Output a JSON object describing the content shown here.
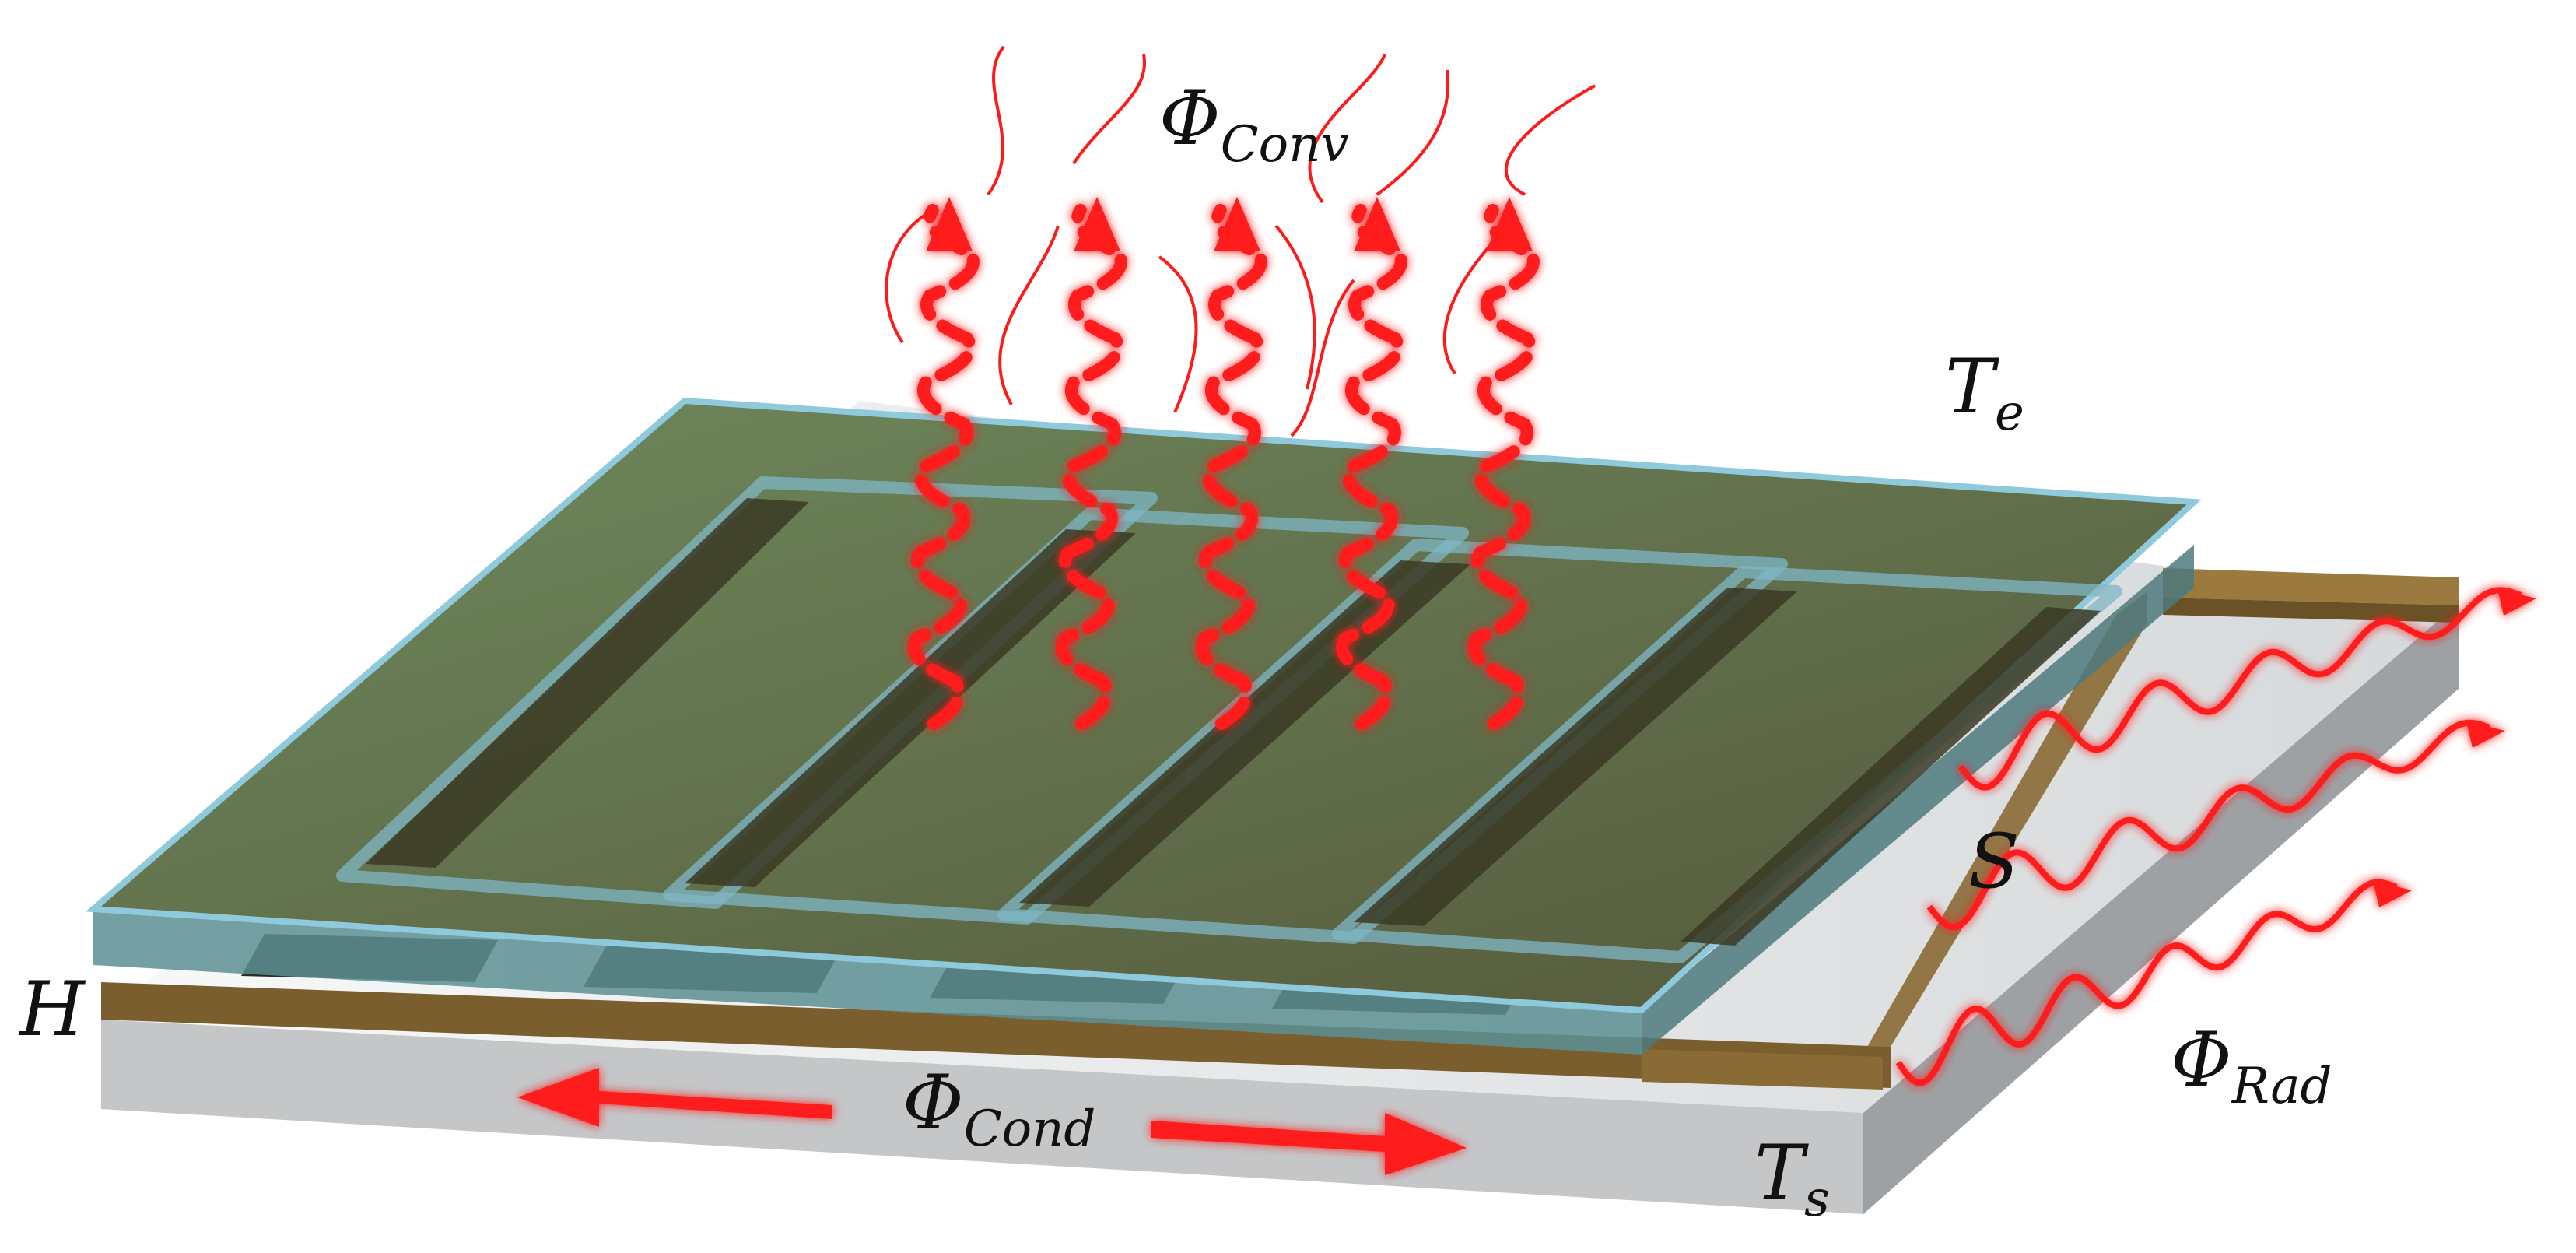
{
  "labels": {
    "conv": {
      "symbol": "Φ",
      "sub": "Conv"
    },
    "cond": {
      "symbol": "Φ",
      "sub": "Cond"
    },
    "rad": {
      "symbol": "Φ",
      "sub": "Rad"
    },
    "te": {
      "symbol": "T",
      "sub": "e"
    },
    "ts": {
      "symbol": "T",
      "sub": "s"
    },
    "s": {
      "symbol": "S"
    },
    "h": {
      "symbol": "H"
    }
  },
  "colors": {
    "arrow": "#ff1a1a",
    "glass": "#8ec9dc",
    "heater_film": "#4e4b2c",
    "electrode": "#8a6a35",
    "substrate_top": "#eceeee",
    "substrate_side": "#c4c6c8"
  }
}
